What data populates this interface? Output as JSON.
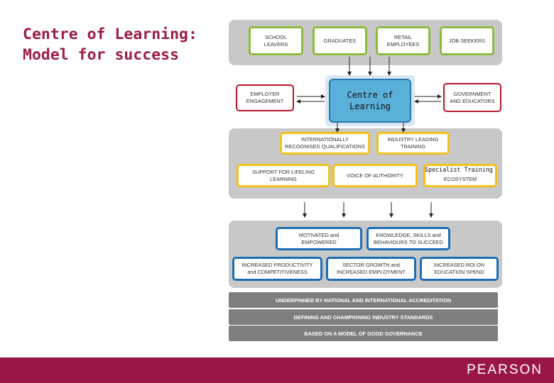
{
  "title": {
    "line1": "Centre of Learning:",
    "line2": "Model for success"
  },
  "audiences": [
    {
      "line1": "SCHOOL",
      "line2": "LEAVERS"
    },
    {
      "line1": "GRADUATES",
      "line2": ""
    },
    {
      "line1": "RETAIL",
      "line2": "EMPLOYEES"
    },
    {
      "line1": "JOB SEEKERS",
      "line2": ""
    }
  ],
  "centre": {
    "line1": "Centre of",
    "line2": "Learning"
  },
  "employer": {
    "line1": "EMPLOYER",
    "line2": "ENGAGEMENT"
  },
  "government": {
    "line1": "GOVERNMENT",
    "line2": "AND EDUCATORS"
  },
  "offerings": [
    {
      "line1": "INTERNATIONALLY",
      "line2": "RECOGNISED QUALIFICATIONS"
    },
    {
      "line1": "INDUSTRY LEADING",
      "line2": "TRAINING"
    },
    {
      "line1": "SUPPORT FOR LIFELING",
      "line2": "LEARNING"
    },
    {
      "line1": "VOICE OF AUTHORITY",
      "line2": ""
    },
    {
      "line1": "",
      "line2": "ECOSYSTEM"
    }
  ],
  "specialist_note": "Specialist Training",
  "outcomes_top": [
    {
      "line1": "MOTIVATED and",
      "line2": "EMPOWERED"
    },
    {
      "line1": "KNOWLEDGE, SKILLS and",
      "line2": "BEHAVIOURS TO SUCCEED"
    }
  ],
  "outcomes_bottom": [
    {
      "line1": "INCREASED PRODUCTIVITY",
      "line2": "and COMPETITIVENESS"
    },
    {
      "line1": "SECTOR GROWTH and",
      "line2": "INCREASED EMPLOYMENT"
    },
    {
      "line1": "INCREASED ROI ON",
      "line2": "EDUCATION SPEND"
    }
  ],
  "foundations": [
    "UNDERPINNED BY NATIONAL AND INTERNATIONAL ACCREDITATION",
    "DEFINING AND CHAMPIONING INDUSTRY STANDARDS",
    "BASED ON A MODEL OF GOOD GOVERNANCE"
  ],
  "logo": "PEARSON",
  "colors": {
    "brand": "#9b1648",
    "green": "#8bbd3c",
    "red": "#b5182b",
    "yellow": "#f3c11a",
    "blue": "#1d6db5",
    "centre": "#5ab0d8",
    "panel": "#c8c8c8",
    "bar": "#7e7e7e"
  }
}
